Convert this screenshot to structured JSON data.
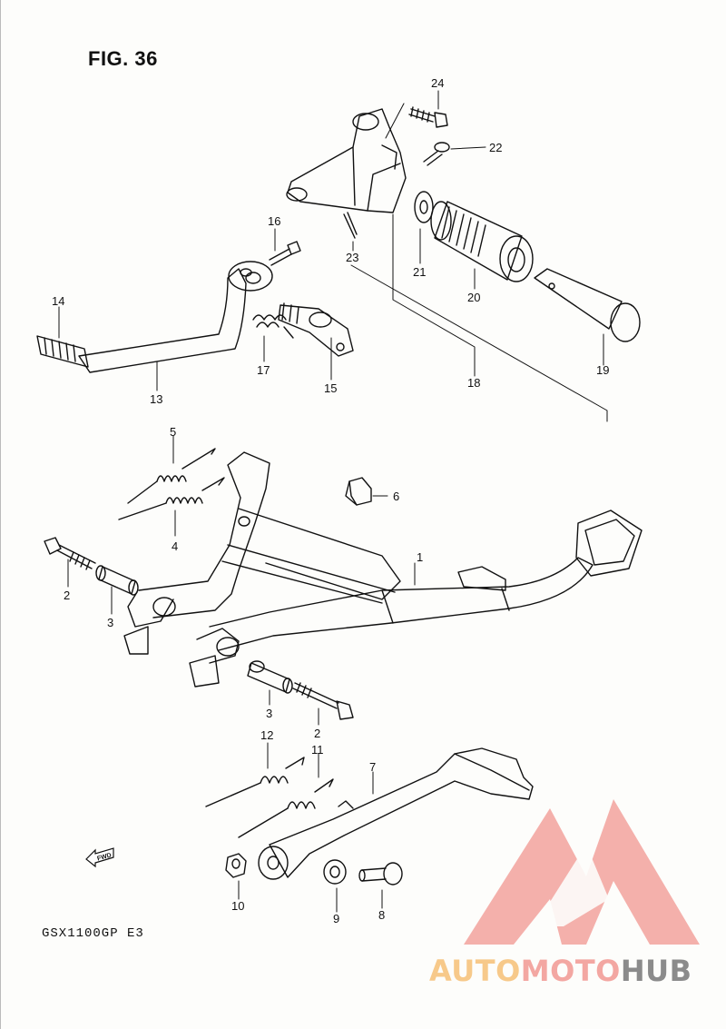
{
  "figure": {
    "title": "FIG. 36",
    "model": "GSX1100GP E3"
  },
  "fwd_label": "FWD",
  "watermark": {
    "part1": "AUTO",
    "part2": "MOTO",
    "part3": "HUB",
    "colors": {
      "orange": "#f7c98a",
      "pink": "#f3a7a2",
      "gray": "#8b8b8b"
    }
  },
  "callouts": [
    "1",
    "2",
    "2",
    "3",
    "3",
    "4",
    "5",
    "6",
    "7",
    "8",
    "9",
    "10",
    "11",
    "12",
    "13",
    "14",
    "15",
    "16",
    "17",
    "18",
    "19",
    "20",
    "21",
    "22",
    "23",
    "24"
  ]
}
